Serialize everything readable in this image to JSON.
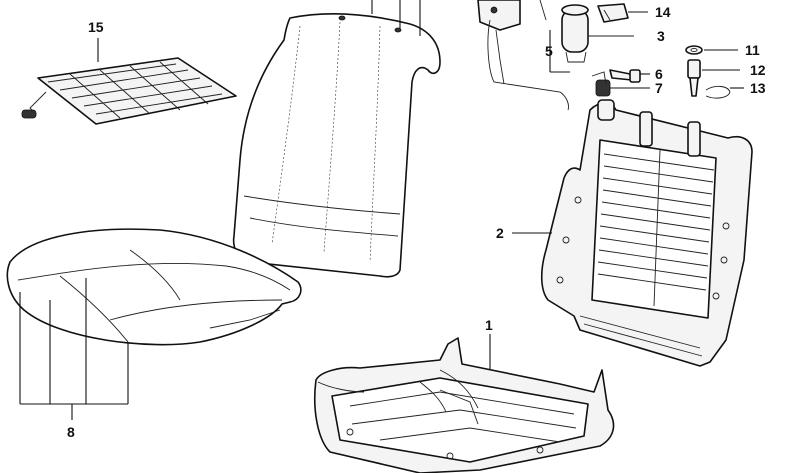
{
  "callouts": {
    "c1": "1",
    "c2": "2",
    "c3": "3",
    "c5": "5",
    "c6": "6",
    "c7": "7",
    "c8": "8",
    "c11": "11",
    "c12": "12",
    "c13": "13",
    "c14": "14",
    "c15": "15"
  }
}
